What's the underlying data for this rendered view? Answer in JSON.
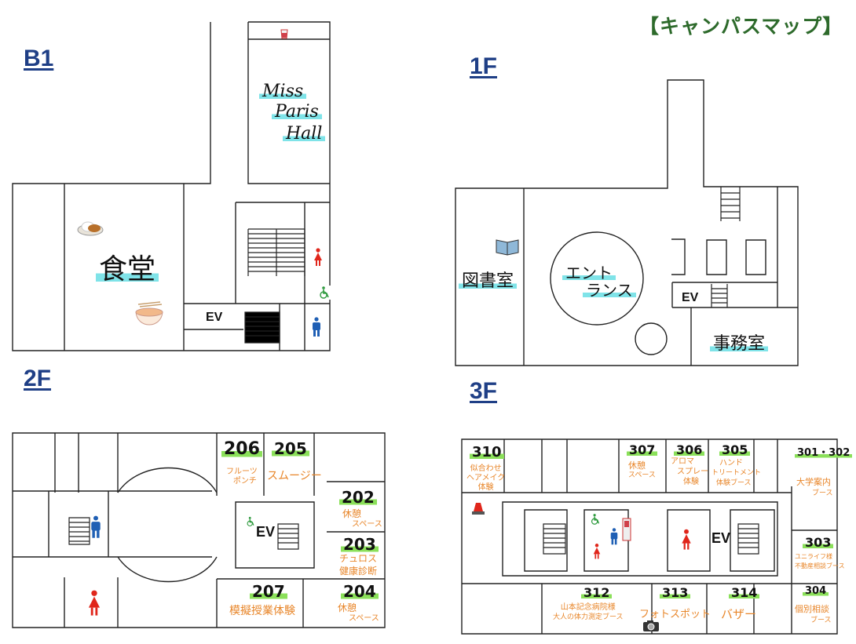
{
  "title": "【キャンパスマップ】",
  "colors": {
    "floor_label": "#1f3f86",
    "title": "#2d6a2b",
    "highlight": "#7fe3e8",
    "room_number_highlight": "#8be05a",
    "room_text": "#e8862a",
    "women": "#e0261b",
    "men": "#1f5fb4",
    "wheelchair": "#2e9a3e"
  },
  "floors": {
    "b1": {
      "label": "B1",
      "rooms": {
        "hall_line1": "Miss",
        "hall_line2": "Paris",
        "hall_line3": "Hall",
        "cafeteria": "食堂",
        "ev": "EV"
      }
    },
    "f1": {
      "label": "1F",
      "rooms": {
        "library": "図書室",
        "entrance_line1": "エント",
        "entrance_line2": "ランス",
        "ev": "EV",
        "office": "事務室"
      }
    },
    "f2": {
      "label": "2F",
      "rooms": [
        {
          "number": "206",
          "lines": [
            "フルーツ",
            "ポンチ"
          ]
        },
        {
          "number": "205",
          "lines": [
            "スムージー"
          ]
        },
        {
          "number": "202",
          "lines": [
            "休憩",
            "スペース"
          ]
        },
        {
          "number": "203",
          "lines": [
            "チュロス",
            "健康診断"
          ]
        },
        {
          "number": "207",
          "lines": [
            "模擬授業体験"
          ]
        },
        {
          "number": "204",
          "lines": [
            "休憩",
            "スペース"
          ]
        }
      ],
      "ev": "EV"
    },
    "f3": {
      "label": "3F",
      "rooms": [
        {
          "number": "310",
          "lines": [
            "似合わせ",
            "ヘアメイク",
            "体験"
          ]
        },
        {
          "number": "307",
          "lines": [
            "休憩",
            "スペース"
          ]
        },
        {
          "number": "306",
          "lines": [
            "アロマ",
            "スプレー",
            "体験"
          ]
        },
        {
          "number": "305",
          "lines": [
            "ハンド",
            "トリートメント",
            "体験ブース"
          ]
        },
        {
          "number": "301・302",
          "lines": [
            "大学案内",
            "ブース"
          ]
        },
        {
          "number": "303",
          "lines": [
            "ユニライフ様",
            "不動産相談ブース"
          ]
        },
        {
          "number": "312",
          "lines": [
            "山本記念病院様",
            "大人の体力測定ブース"
          ]
        },
        {
          "number": "313",
          "lines": [
            "フォトスポット"
          ]
        },
        {
          "number": "314",
          "lines": [
            "バザー"
          ]
        },
        {
          "number": "304",
          "lines": [
            "個別相談",
            "ブース"
          ]
        }
      ],
      "ev": "EV"
    }
  },
  "icons": [
    "women-restroom-icon",
    "men-restroom-icon",
    "wheelchair-icon",
    "drink-cup-icon",
    "rice-dish-icon",
    "ramen-bowl-icon",
    "book-icon",
    "photo-camera-icon",
    "alarm-light-icon",
    "vending-machine-icon"
  ]
}
